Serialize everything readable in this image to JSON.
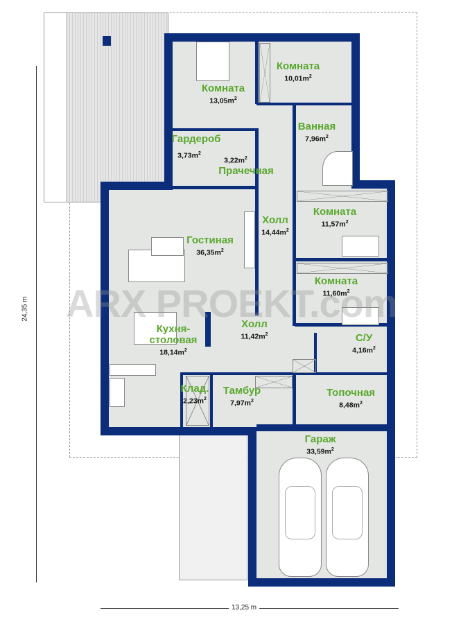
{
  "plan": {
    "watermark": "ARX PROEKT.com",
    "dimensions": {
      "height": "24,35 m",
      "width": "13,25 m"
    },
    "colors": {
      "wall": "#0b2d7a",
      "floor": "#e4e6e4",
      "label": "#5aa82e"
    },
    "rooms": [
      {
        "name": "Комната",
        "area": "13,05m",
        "sup": "2"
      },
      {
        "name": "Комната",
        "area": "10,01m",
        "sup": "2"
      },
      {
        "name": "Ванная",
        "area": "7,96m",
        "sup": "2"
      },
      {
        "name": "Гардероб",
        "area": "3,73m",
        "sup": "2"
      },
      {
        "name": "Прачечная",
        "area": "3,22m",
        "sup": "2"
      },
      {
        "name": "Холл",
        "area": "14,44m",
        "sup": "2"
      },
      {
        "name": "Комната",
        "area": "11,57m",
        "sup": "2"
      },
      {
        "name": "Комната",
        "area": "11,60m",
        "sup": "2"
      },
      {
        "name": "Гостиная",
        "area": "36,35m",
        "sup": "2"
      },
      {
        "name": "Кухня-\nстоловая",
        "area": "18,14m",
        "sup": "2"
      },
      {
        "name": "Холл",
        "area": "11,42m",
        "sup": "2"
      },
      {
        "name": "С/У",
        "area": "4,16m",
        "sup": "2"
      },
      {
        "name": "Клад.",
        "area": "2,23m",
        "sup": "2"
      },
      {
        "name": "Тамбур",
        "area": "7,97m",
        "sup": "2"
      },
      {
        "name": "Топочная",
        "area": "8,48m",
        "sup": "2"
      },
      {
        "name": "Гараж",
        "area": "33,59m",
        "sup": "2"
      }
    ]
  }
}
